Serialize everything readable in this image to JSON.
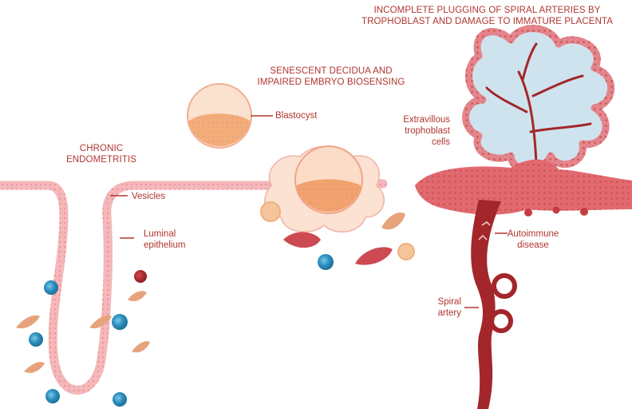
{
  "labels": {
    "top_caption": "INCOMPLETE PLUGGING OF SPIRAL ARTERIES BY\nTROPHOBLAST AND DAMAGE TO IMMATURE PLACENTA",
    "senescent": "SENESCENT DECIDUA AND\nIMPAIRED EMBRYO BIOSENSING",
    "chronic": "CHRONIC\nENDOMETRITIS",
    "blastocyst": "Blastocyst",
    "extravillous": "Extravillous\ntrophoblast\ncells",
    "vesicles": "Vesicles",
    "luminal": "Luminal\nepithelium",
    "autoimmune": "Autoimmune\ndisease",
    "spiral": "Spiral\nartery"
  },
  "colors": {
    "label_text": "#b0362f",
    "epithelium": "#f4b7ba",
    "epithelium_dots": "#e8868d",
    "blastocyst": "#f6c9a3",
    "decidua": "#fbe2d2",
    "placenta_fill": "#cfe3ee",
    "placenta_border": "#e4848c",
    "artery": "#a3262b",
    "immune_cell": "#2b8fbf",
    "stromal_cell": "#e7a37c"
  }
}
